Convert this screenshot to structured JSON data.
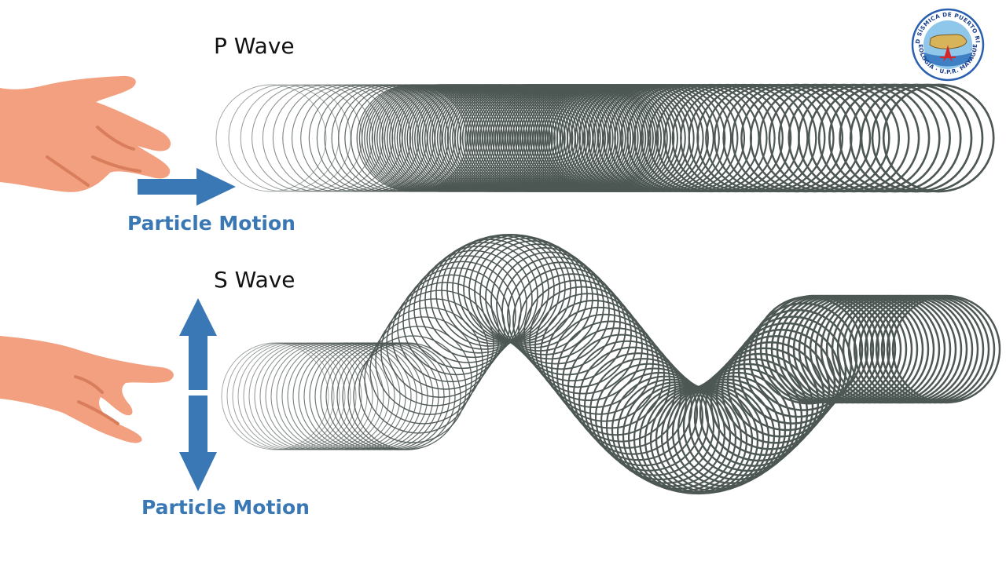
{
  "p_wave": {
    "title": "P Wave",
    "motion_label": "Particle Motion"
  },
  "s_wave": {
    "title": "S Wave",
    "motion_label": "Particle Motion"
  },
  "logo": {
    "top_text": "RED SÍSMICA DE PUERTO RICO",
    "bottom_text": "GEOLOGÍA · U.P.R. MAYAGÜEZ"
  },
  "colors": {
    "coil": "#4d5754",
    "arrow": "#3a78b5",
    "label": "#3a78b5",
    "skin": "#f2a07f",
    "skin_shadow": "#d97e5c",
    "logo_ring": "#2a5fb0",
    "logo_sky": "#8fc7ea",
    "logo_island": "#d7b35a"
  }
}
